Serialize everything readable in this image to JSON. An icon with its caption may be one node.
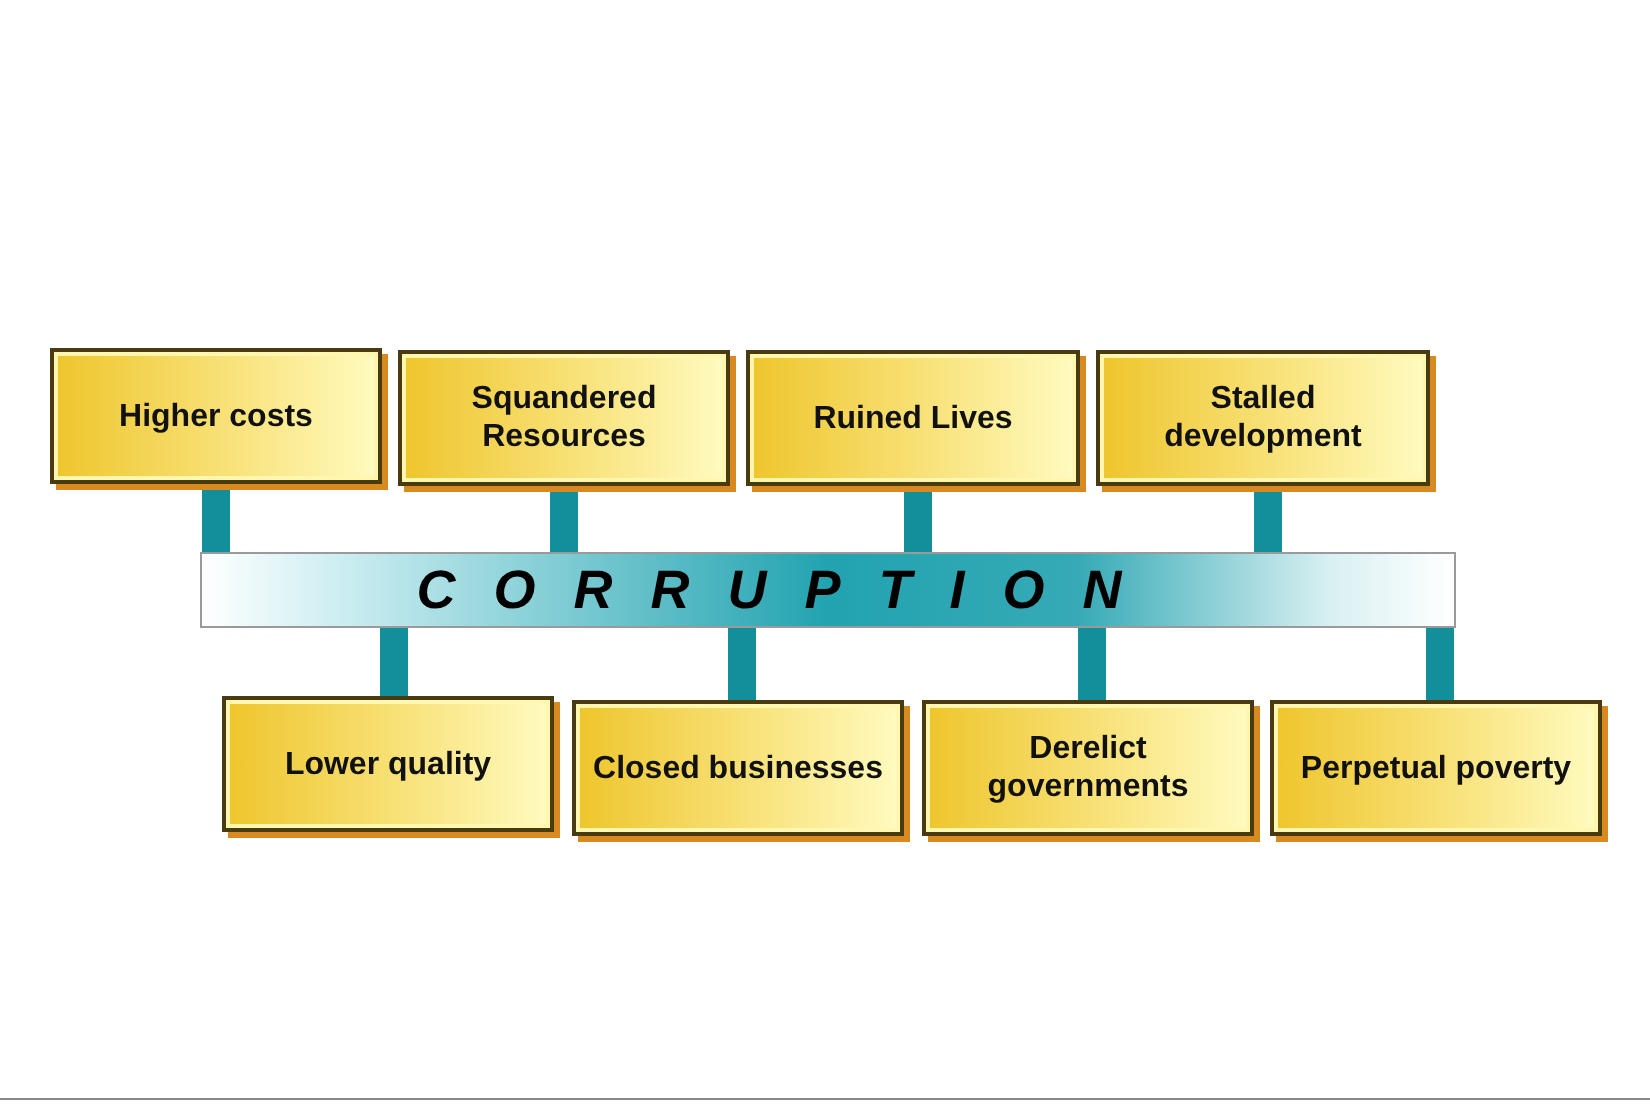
{
  "diagram": {
    "nodes": [
      {
        "text": [
          "Higher costs"
        ]
      },
      {
        "text": [
          "Squandered Resources"
        ]
      },
      {
        "text": [
          "Ruined Lives"
        ]
      },
      {
        "text": [
          "Stalled development"
        ]
      },
      {
        "text": [
          "CORRUPTION"
        ]
      },
      {
        "text": [
          "Lower quality"
        ]
      },
      {
        "text": [
          "Closed businesses"
        ]
      },
      {
        "text": [
          "Derelict governments"
        ]
      },
      {
        "text": [
          "Perpetual poverty"
        ]
      }
    ],
    "edges": [
      {
        "from": 4,
        "to": 0,
        "arrow": "none"
      },
      {
        "from": 4,
        "to": 1,
        "arrow": "none"
      },
      {
        "from": 4,
        "to": 2,
        "arrow": "none"
      },
      {
        "from": 4,
        "to": 3,
        "arrow": "none"
      },
      {
        "from": 4,
        "to": 5,
        "arrow": "none"
      },
      {
        "from": 4,
        "to": 6,
        "arrow": "none"
      },
      {
        "from": 4,
        "to": 7,
        "arrow": "none"
      },
      {
        "from": 4,
        "to": 8,
        "arrow": "none"
      }
    ]
  }
}
